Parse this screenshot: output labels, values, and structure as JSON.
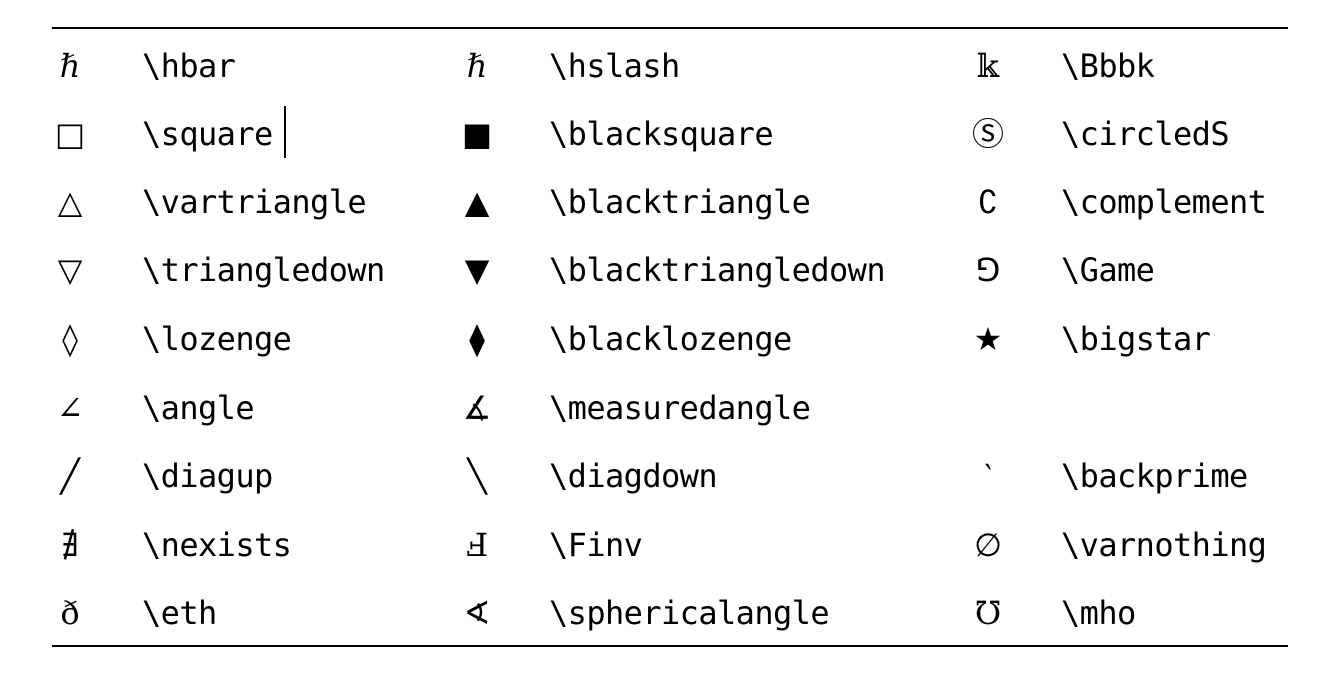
{
  "table": {
    "rows": [
      {
        "cells": [
          {
            "symbol": "ℏ",
            "command": "\\hbar"
          },
          {
            "symbol": "ℏ",
            "command": "\\hslash"
          },
          {
            "symbol": "𝕜",
            "command": "\\Bbbk"
          }
        ]
      },
      {
        "cells": [
          {
            "symbol": "□",
            "command": "\\square"
          },
          {
            "symbol": "■",
            "command": "\\blacksquare"
          },
          {
            "symbol": "Ⓢ",
            "command": "\\circledS"
          }
        ]
      },
      {
        "cells": [
          {
            "symbol": "△",
            "command": "\\vartriangle"
          },
          {
            "symbol": "▲",
            "command": "\\blacktriangle"
          },
          {
            "symbol": "∁",
            "command": "\\complement"
          }
        ]
      },
      {
        "cells": [
          {
            "symbol": "▽",
            "command": "\\triangledown"
          },
          {
            "symbol": "▼",
            "command": "\\blacktriangledown"
          },
          {
            "symbol": "⅁",
            "command": "\\Game"
          }
        ]
      },
      {
        "cells": [
          {
            "symbol": "◊",
            "command": "\\lozenge"
          },
          {
            "symbol": "⧫",
            "command": "\\blacklozenge"
          },
          {
            "symbol": "★",
            "command": "\\bigstar"
          }
        ]
      },
      {
        "cells": [
          {
            "symbol": "∠",
            "command": "\\angle"
          },
          {
            "symbol": "∡",
            "command": "\\measuredangle"
          },
          {
            "symbol": "",
            "command": ""
          }
        ]
      },
      {
        "cells": [
          {
            "symbol": "╱",
            "command": "\\diagup"
          },
          {
            "symbol": "╲",
            "command": "\\diagdown"
          },
          {
            "symbol": "‵",
            "command": "\\backprime"
          }
        ]
      },
      {
        "cells": [
          {
            "symbol": "∄",
            "command": "\\nexists"
          },
          {
            "symbol": "Ⅎ",
            "command": "\\Finv"
          },
          {
            "symbol": "∅",
            "command": "\\varnothing"
          }
        ]
      },
      {
        "cells": [
          {
            "symbol": "ð",
            "command": "\\eth"
          },
          {
            "symbol": "∢",
            "command": "\\sphericalangle"
          },
          {
            "symbol": "℧",
            "command": "\\mho"
          }
        ]
      }
    ]
  }
}
